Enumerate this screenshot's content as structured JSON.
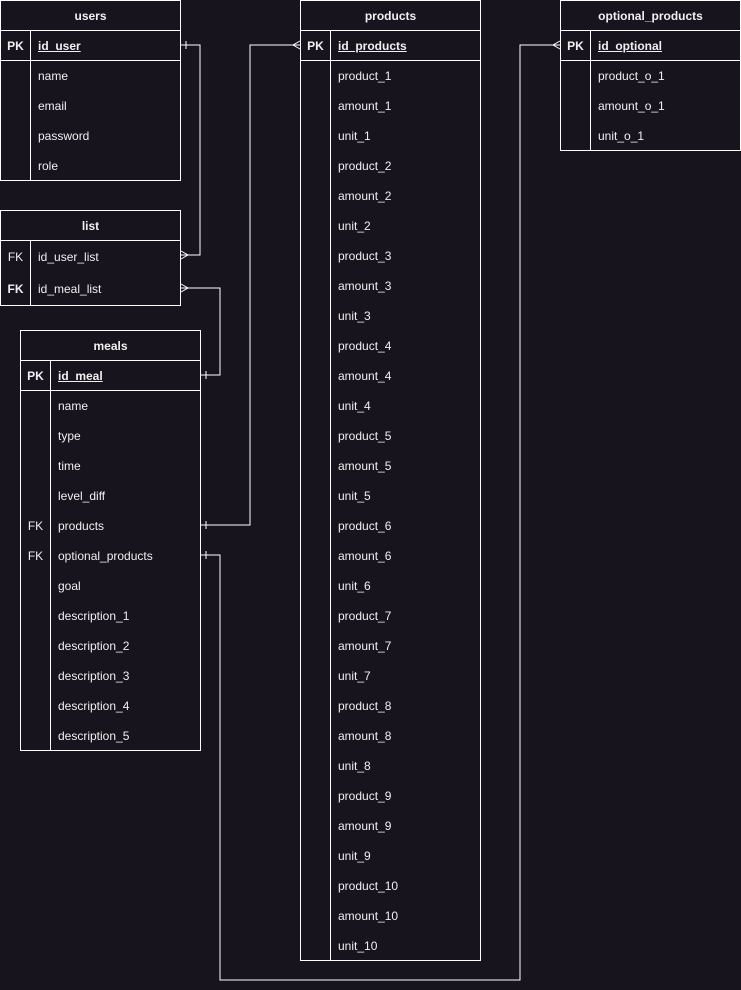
{
  "entities": {
    "users": {
      "title": "users",
      "pk_key": "PK",
      "pk_field": "id_user",
      "fields": [
        "name",
        "email",
        "password",
        "role"
      ]
    },
    "list": {
      "title": "list",
      "rows": [
        {
          "key": "FK",
          "field": "id_user_list"
        },
        {
          "key": "FK",
          "field": "id_meal_list"
        }
      ]
    },
    "meals": {
      "title": "meals",
      "pk_key": "PK",
      "pk_field": "id_meal",
      "rows": [
        {
          "key": "",
          "field": "name"
        },
        {
          "key": "",
          "field": "type"
        },
        {
          "key": "",
          "field": "time"
        },
        {
          "key": "",
          "field": "level_diff"
        },
        {
          "key": "FK",
          "field": "products"
        },
        {
          "key": "FK",
          "field": "optional_products"
        },
        {
          "key": "",
          "field": "goal"
        },
        {
          "key": "",
          "field": "description_1"
        },
        {
          "key": "",
          "field": "description_2"
        },
        {
          "key": "",
          "field": "description_3"
        },
        {
          "key": "",
          "field": "description_4"
        },
        {
          "key": "",
          "field": "description_5"
        }
      ]
    },
    "products": {
      "title": "products",
      "pk_key": "PK",
      "pk_field": "id_products",
      "fields": [
        "product_1",
        "amount_1",
        "unit_1",
        "product_2",
        "amount_2",
        "unit_2",
        "product_3",
        "amount_3",
        "unit_3",
        "product_4",
        "amount_4",
        "unit_4",
        "product_5",
        "amount_5",
        "unit_5",
        "product_6",
        "amount_6",
        "unit_6",
        "product_7",
        "amount_7",
        "unit_7",
        "product_8",
        "amount_8",
        "unit_8",
        "product_9",
        "amount_9",
        "unit_9",
        "product_10",
        "amount_10",
        "unit_10"
      ]
    },
    "optional_products": {
      "title": "optional_products",
      "pk_key": "PK",
      "pk_field": "id_optional",
      "fields": [
        "product_o_1",
        "amount_o_1",
        "unit_o_1"
      ]
    }
  },
  "colors": {
    "background": "#18141d",
    "line": "#ffffff",
    "text": "#f0f0f0"
  }
}
